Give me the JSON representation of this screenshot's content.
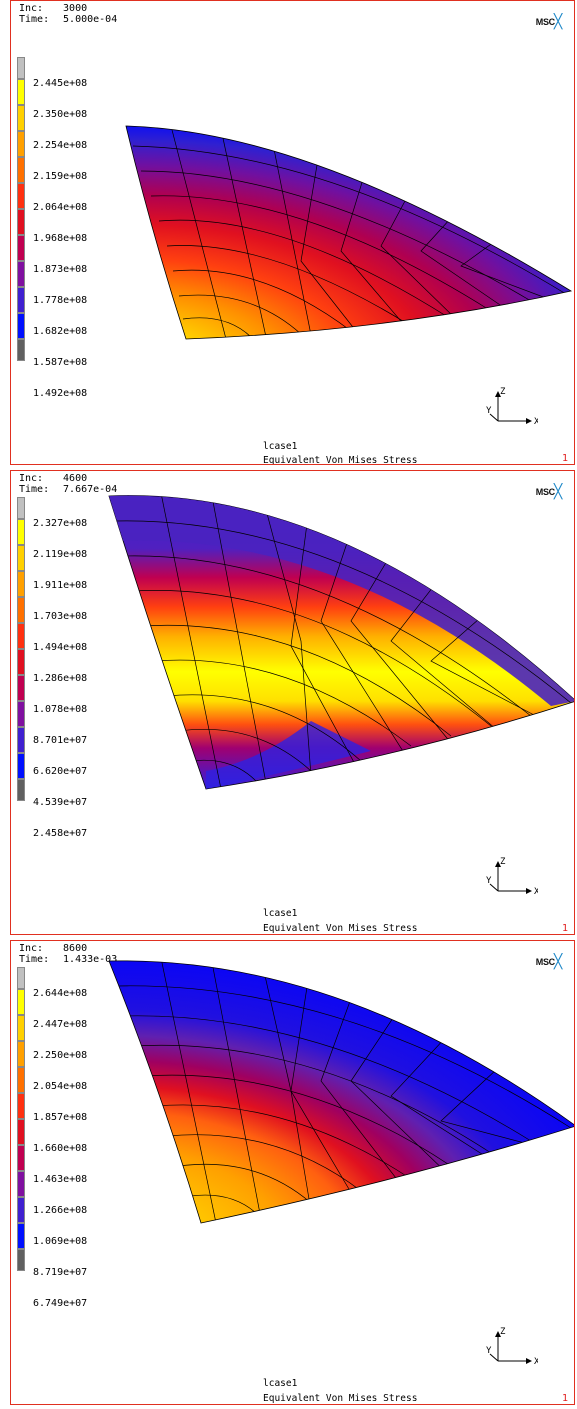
{
  "panels": [
    {
      "inc_label": "Inc:",
      "inc": "3000",
      "time_label": "Time:",
      "time": "5.000e-04",
      "logo": "MSC",
      "legend": [
        "2.445e+08",
        "2.350e+08",
        "2.254e+08",
        "2.159e+08",
        "2.064e+08",
        "1.968e+08",
        "1.873e+08",
        "1.778e+08",
        "1.682e+08",
        "1.587e+08",
        "1.492e+08"
      ],
      "loadcase": "lcase1",
      "variable": "Equivalent Von Mises Stress",
      "page_number": "1",
      "axes": {
        "x": "X",
        "y": "Y",
        "z": "Z"
      }
    },
    {
      "inc_label": "Inc:",
      "inc": "4600",
      "time_label": "Time:",
      "time": "7.667e-04",
      "logo": "MSC",
      "legend": [
        "2.327e+08",
        "2.119e+08",
        "1.911e+08",
        "1.703e+08",
        "1.494e+08",
        "1.286e+08",
        "1.078e+08",
        "8.701e+07",
        "6.620e+07",
        "4.539e+07",
        "2.458e+07"
      ],
      "loadcase": "lcase1",
      "variable": "Equivalent Von Mises Stress",
      "page_number": "1",
      "axes": {
        "x": "X",
        "y": "Y",
        "z": "Z"
      }
    },
    {
      "inc_label": "Inc:",
      "inc": "8600",
      "time_label": "Time:",
      "time": "1.433e-03",
      "logo": "MSC",
      "legend": [
        "2.644e+08",
        "2.447e+08",
        "2.250e+08",
        "2.054e+08",
        "1.857e+08",
        "1.660e+08",
        "1.463e+08",
        "1.266e+08",
        "1.069e+08",
        "8.719e+07",
        "6.749e+07"
      ],
      "loadcase": "lcase1",
      "variable": "Equivalent Von Mises Stress",
      "page_number": "1",
      "axes": {
        "x": "X",
        "y": "Y",
        "z": "Z"
      }
    }
  ],
  "legend_colors": [
    "#c0c0c0",
    "#ffff00",
    "#ffd000",
    "#ffa800",
    "#ff8000",
    "#ff4000",
    "#e81010",
    "#c00030",
    "#8000a0",
    "#4000c0",
    "#2020e0",
    "#0000ff",
    "#606060"
  ],
  "border_color": "#e03020"
}
